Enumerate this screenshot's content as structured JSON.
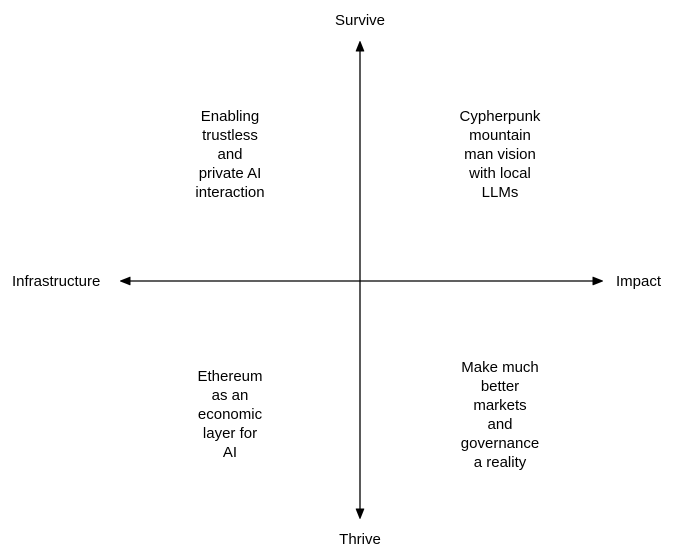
{
  "diagram": {
    "type": "quadrant-chart",
    "colors": {
      "background": "#ffffff",
      "line": "#000000",
      "text": "#000000"
    },
    "axes": {
      "top_label": "Survive",
      "bottom_label": "Thrive",
      "left_label": "Infrastructure",
      "right_label": "Impact"
    },
    "quadrants": {
      "top_left": "Enabling\ntrustless\nand\nprivate AI\ninteraction",
      "top_right": "Cypherpunk\nmountain\nman vision\nwith local\nLLMs",
      "bottom_left": "Ethereum\nas an\neconomic\nlayer for\nAI",
      "bottom_right": "Make much\nbetter\nmarkets\nand\ngovernance\na reality"
    }
  }
}
